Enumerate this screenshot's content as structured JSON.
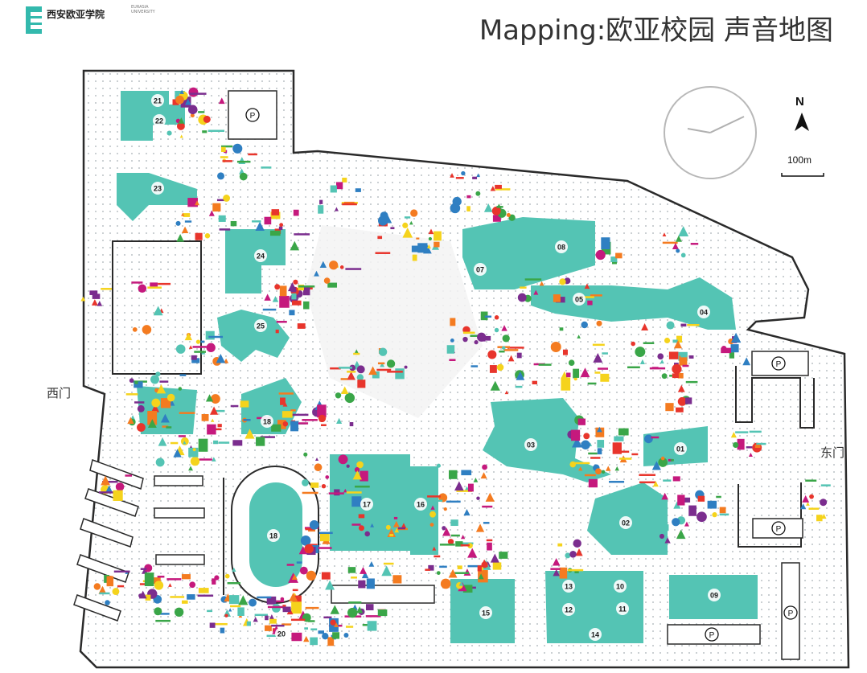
{
  "header": {
    "logo_text": "西安欧亚学院",
    "logo_sub_line1": "EURASIA",
    "logo_sub_line2": "UNIVERSITY",
    "title": "Mapping:欧亚校园 声音地图"
  },
  "map": {
    "gate_west": "西门",
    "gate_east": "东门",
    "north_label": "N",
    "scale_label": "100m",
    "parking_symbol": "P",
    "building_numbers": [
      "01",
      "02",
      "03",
      "04",
      "05",
      "07",
      "08",
      "09",
      "10",
      "11",
      "12",
      "13",
      "14",
      "15",
      "16",
      "17",
      "18",
      "18",
      "20",
      "21",
      "22",
      "23",
      "24",
      "25"
    ]
  },
  "colors": {
    "teal": "#54c4b4",
    "red": "#e8352c",
    "orange": "#f47b20",
    "yellow": "#f5d31c",
    "purple": "#7b2d8e",
    "magenta": "#c5197d",
    "blue": "#2f7fc2",
    "green": "#3aa648",
    "grey_line": "#3a3a3a",
    "dot": "#9aa3a8"
  }
}
